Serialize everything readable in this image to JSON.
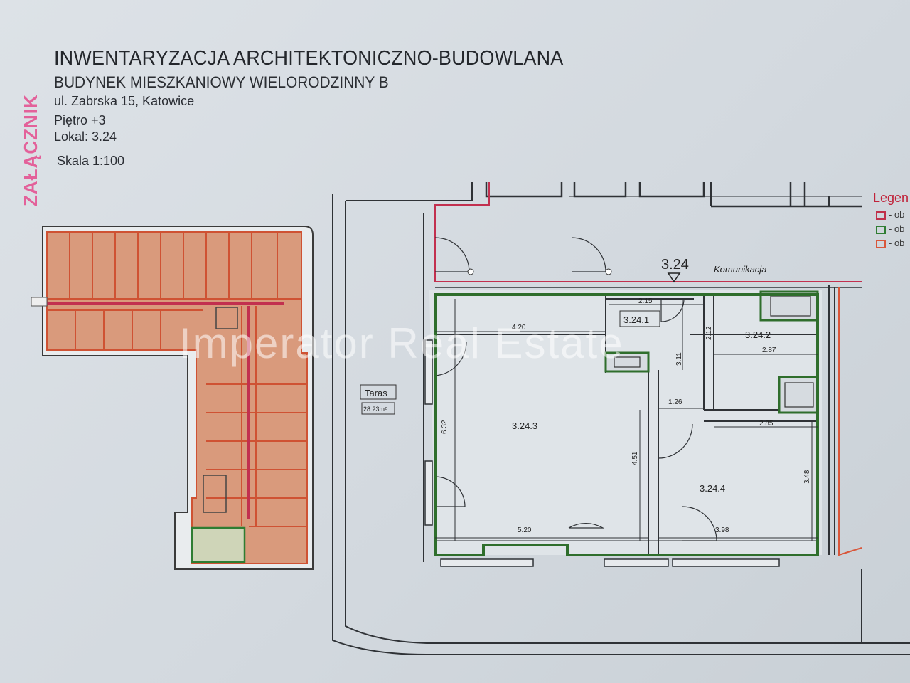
{
  "header": {
    "title": "INWENTARYZACJA ARCHITEKTONICZNO-BUDOWLANA",
    "subtitle": "BUDYNEK MIESZKANIOWY WIELORODZINNY B",
    "address": "ul. Zabrska 15, Katowice",
    "floor": "Piętro +3",
    "unit": "Lokal: 3.24",
    "scale": "Skala 1:100"
  },
  "stamp": "ZAŁĄCZNIK",
  "legend": {
    "title": "Legen",
    "items": [
      {
        "text": "- ob",
        "color": "#c0304a"
      },
      {
        "text": "- ob",
        "color": "#2f7d32"
      },
      {
        "text": "- ob",
        "color": "#d9563a"
      }
    ]
  },
  "plan": {
    "unit_number": "3.24",
    "corridor": "Komunikacja",
    "terrace": {
      "label": "Taras",
      "area": "28.23m²"
    },
    "rooms": {
      "r1": "3.24.1",
      "r2": "3.24.2",
      "r3": "3.24.3",
      "r4": "3.24.4"
    },
    "dims": {
      "d420": "4.20",
      "d215": "2.15",
      "d632": "6.32",
      "d212": "2.12",
      "d287": "2.87",
      "d311": "3.11",
      "d126": "1.26",
      "d285": "2.85",
      "d451": "4.51",
      "d348": "3.48",
      "d520": "5.20",
      "d398": "3.98"
    }
  },
  "watermark": "Imperator Real Estate",
  "colors": {
    "unit_outline": "#2f6e2c",
    "boundary": "#c2304f",
    "room_outline": "#d9563a"
  }
}
